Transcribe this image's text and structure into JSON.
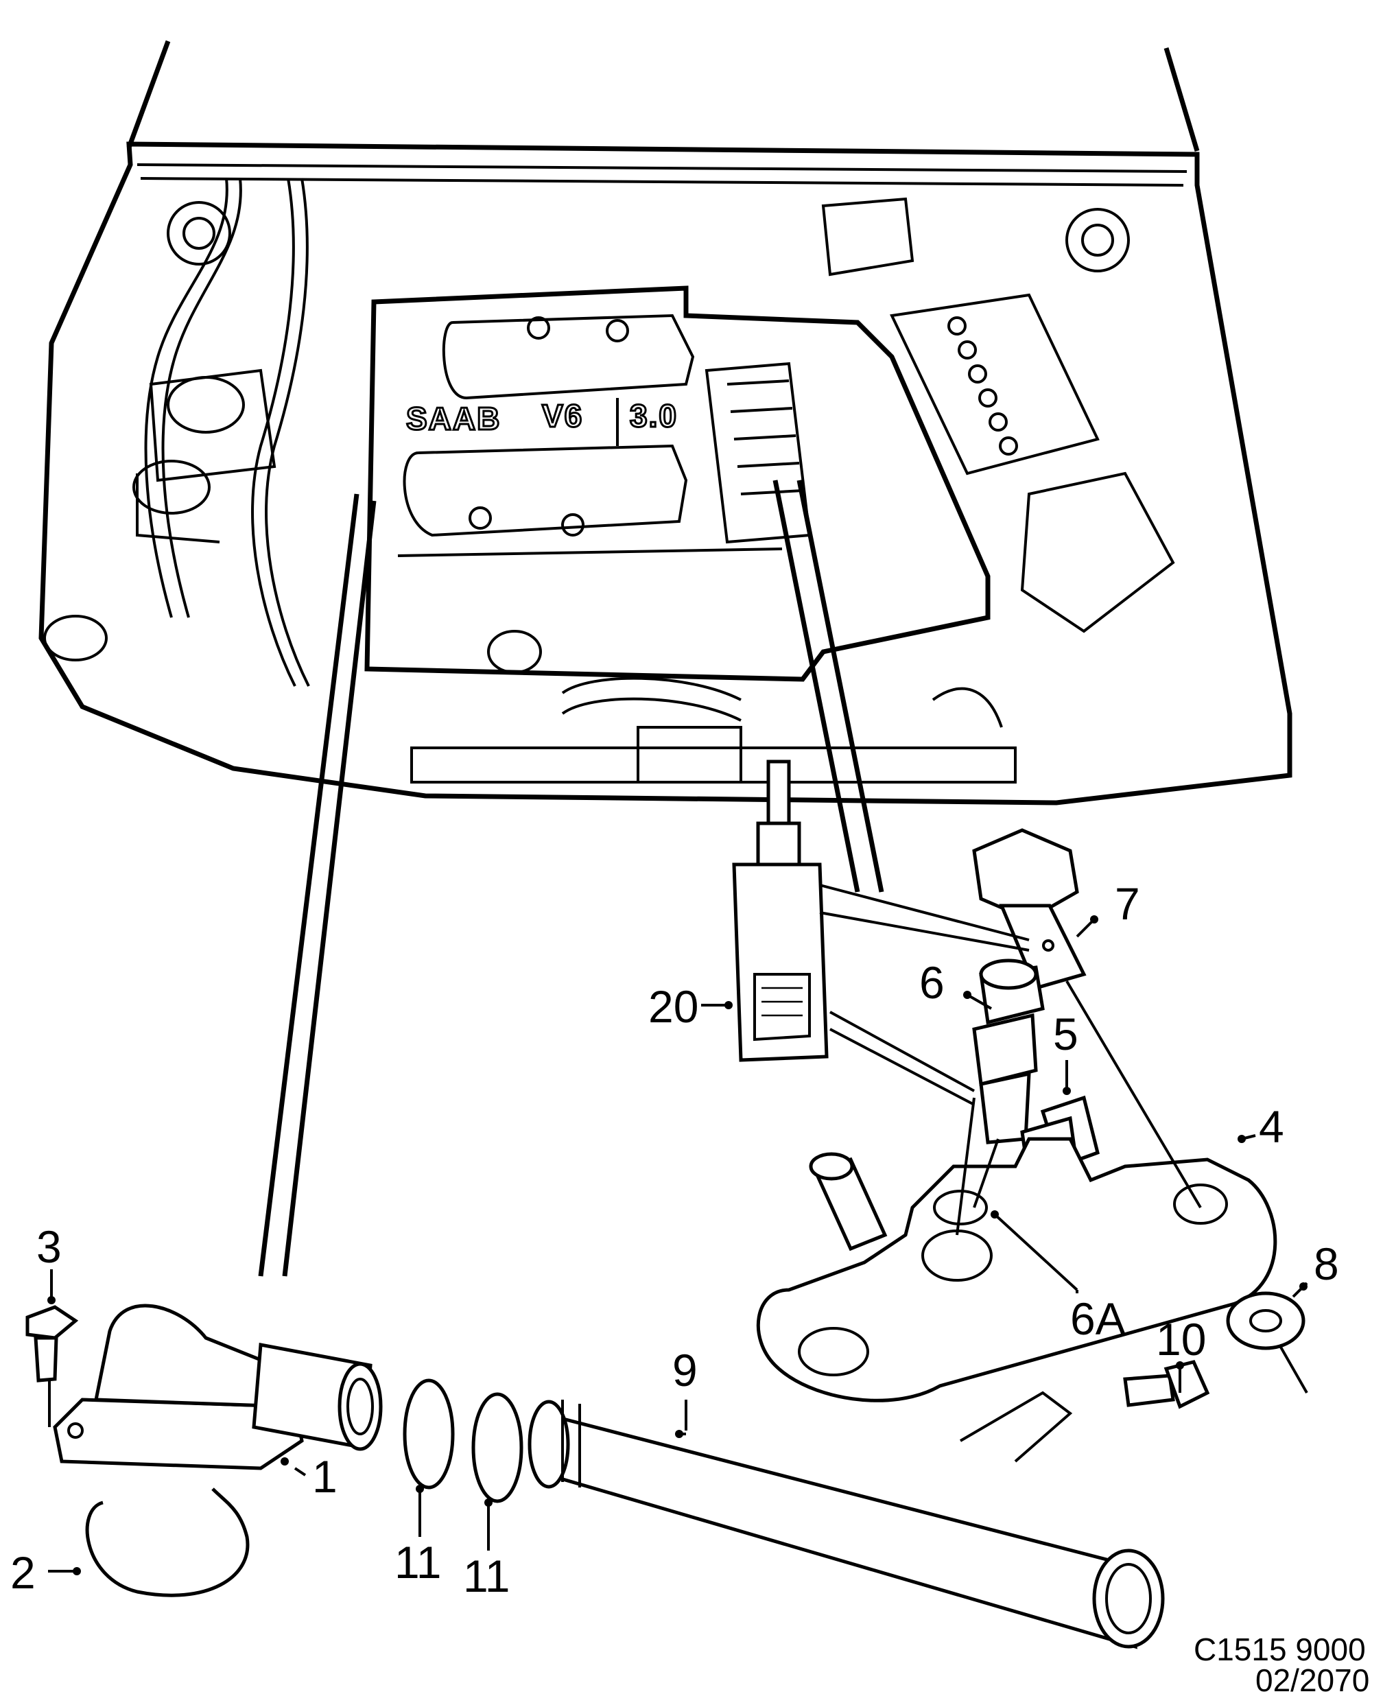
{
  "diagram": {
    "engine_badges": {
      "brand": "SAAB",
      "model": "V6",
      "displacement": "3.0"
    },
    "callouts": {
      "c1": "1",
      "c2": "2",
      "c3": "3",
      "c4": "4",
      "c5": "5",
      "c6": "6",
      "c6a": "6A",
      "c7": "7",
      "c8": "8",
      "c9": "9",
      "c10": "10",
      "c11a": "11",
      "c11b": "11",
      "c20": "20"
    },
    "drawing_code": {
      "line1": "C1515 9000",
      "line2": "02/2070"
    }
  }
}
